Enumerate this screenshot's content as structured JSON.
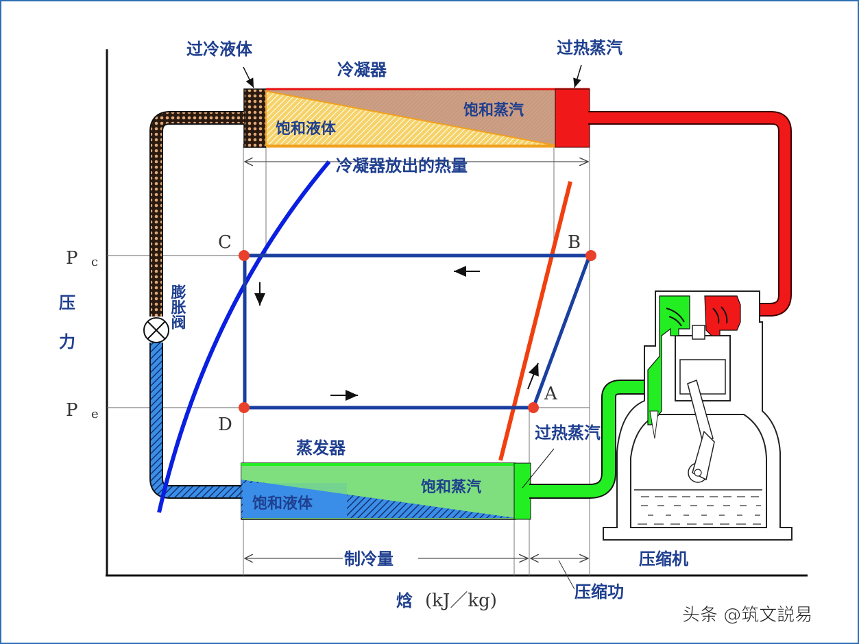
{
  "diagram": {
    "title": "制冷循环压焓图与系统示意",
    "axes": {
      "y_label": "压力",
      "y_label_chars": [
        "压",
        "力"
      ],
      "x_label": "焓",
      "x_unit": "(kJ／kg)",
      "pc_label": "P",
      "pc_sub": "c",
      "pe_label": "P",
      "pe_sub": "e"
    },
    "points": {
      "A": "A",
      "B": "B",
      "C": "C",
      "D": "D"
    },
    "condenser": {
      "title": "冷凝器",
      "subcooled_liquid": "过冷液体",
      "saturated_liquid": "饱和液体",
      "saturated_vapor": "饱和蒸汽",
      "superheated_vapor": "过热蒸汽",
      "heat_released": "冷凝器放出的热量"
    },
    "evaporator": {
      "title": "蒸发器",
      "saturated_liquid": "饱和液体",
      "saturated_vapor": "饱和蒸汽",
      "superheated_vapor": "过热蒸汽"
    },
    "expansion_valve": "膨胀阀",
    "compressor": "压缩机",
    "refrigeration_capacity": "制冷量",
    "compression_work": "压缩功",
    "colors": {
      "cycle_blue": "#1b3fa0",
      "saturated_liquid_line": "#0a1fe0",
      "saturated_vapor_line": "#f04010",
      "state_point": "#e8402a",
      "hot_gas": "#f01818",
      "suction_gas": "#22ee22",
      "liquid_blue": "#3a8ee8",
      "condenser_brown": "#c89a80",
      "condenser_yellow": "#f5d36a",
      "label_blue": "#1f3f8f",
      "frame": "#2e6fb5"
    }
  },
  "watermark": "头条 @筑文説易"
}
